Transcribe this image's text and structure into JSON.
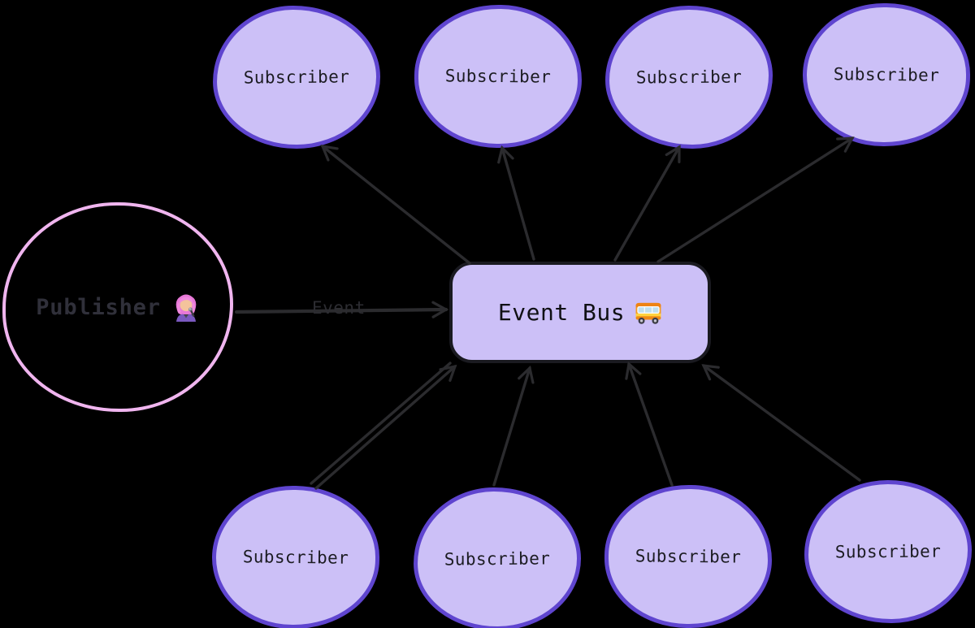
{
  "theme": {
    "background": "#000000",
    "node_fill": "#ccc0f7",
    "subscriber_stroke": "#5f45cf",
    "publisher_stroke": "#f0b5ef",
    "bus_stroke": "#1a1a20",
    "arrow_color": "#2b2b2e",
    "subscriber_text": "#1c1c22",
    "bus_text": "#101014",
    "publisher_text": "#30303a",
    "edge_label_color": "#2c2c31"
  },
  "diagram": {
    "publisher": {
      "label": "Publisher",
      "emoji": "👩‍🎤",
      "emoji_name": "woman-singer-emoji"
    },
    "event_bus": {
      "label": "Event Bus",
      "emoji": "🚌",
      "emoji_name": "bus-emoji"
    },
    "edge_label": "Event",
    "subscribers_top": [
      {
        "label": "Subscriber"
      },
      {
        "label": "Subscriber"
      },
      {
        "label": "Subscriber"
      },
      {
        "label": "Subscriber"
      }
    ],
    "subscribers_bottom": [
      {
        "label": "Subscriber"
      },
      {
        "label": "Subscriber"
      },
      {
        "label": "Subscriber"
      },
      {
        "label": "Subscriber"
      }
    ]
  }
}
